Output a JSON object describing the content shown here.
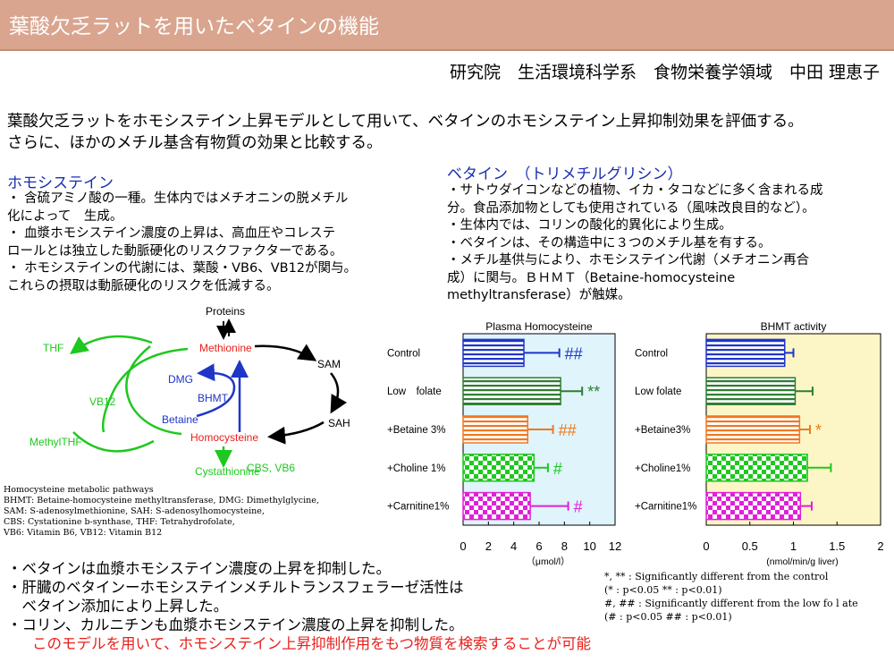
{
  "title": "葉酸欠乏ラットを用いたベタインの機能",
  "author": "研究院　生活環境科学系　食物栄養学領域　中田 理恵子",
  "intro": [
    "葉酸欠乏ラットをホモシステイン上昇モデルとして用いて、ベタインのホモシステイン上昇抑制効果を評価する。",
    "さらに、ほかのメチル基含有物質の効果と比較する。"
  ],
  "homocysteine": {
    "heading": "ホモシステイン",
    "lines": [
      "・ 含硫アミノ酸の一種。生体内ではメチオニンの脱メチル",
      "化によって　生成。",
      "・ 血漿ホモシステイン濃度の上昇は、高血圧やコレステ",
      "ロールとは独立した動脈硬化のリスクファクターである。",
      "・ ホモシステインの代謝には、葉酸・VB6、VB12が関与。",
      "これらの摂取は動脈硬化のリスクを低減する。"
    ]
  },
  "betaine": {
    "heading": "ベタイン　（トリメチルグリシン）",
    "lines": [
      "・サトウダイコンなどの植物、イカ・タコなどに多く含まれる成",
      "分。食品添加物としても使用されている（風味改良目的など）。",
      "・生体内では、コリンの酸化的異化により生成。",
      "・ベタインは、その構造中に３つのメチル基を有する。",
      "・メチル基供与により、ホモシステイン代謝（メチオニン再合",
      "成）に関与。ＢＨＭＴ（Betaine-homocysteine",
      "methyltransferase）が触媒。"
    ]
  },
  "pathway": {
    "proteins": "Proteins",
    "methionine": "Methionine",
    "sam": "SAM",
    "sah": "SAH",
    "homocysteine": "Homocysteine",
    "cystathionine": "Cystathionine",
    "cbs": "CBS, VB6",
    "thf": "THF",
    "methylthf": "MethylTHF",
    "vb12": "VB12",
    "dmg": "DMG",
    "bhmt": "BHMT",
    "betaine": "Betaine",
    "legend": [
      "Homocysteine metabolic pathways",
      "BHMT: Betaine-homocysteine methyltransferase, DMG: Dimethylglycine,",
      "SAM: S-adenosylmethionine, SAH: S-adenosylhomocysteine,",
      "CBS: Cystationine b-synthase, THF: Tetrahydrofolate,",
      "VB6: Vitamin B6, VB12: Vitamin B12"
    ]
  },
  "chart_data": [
    {
      "type": "bar",
      "title": "Plasma Homocysteine",
      "categories": [
        "Control",
        "Low　folate",
        "+Betaine 3%",
        "+Choline 1%",
        "+Carnitine1%"
      ],
      "values": [
        4.8,
        7.7,
        5.1,
        5.6,
        5.3
      ],
      "errors": [
        2.8,
        1.7,
        2.0,
        1.1,
        3.0
      ],
      "significance": [
        "##",
        "**",
        "##",
        "#",
        "#"
      ],
      "xlim": [
        0,
        12
      ],
      "ticks": [
        "0",
        "2",
        "4",
        "6",
        "8",
        "10",
        "12"
      ],
      "xlabel": "（μmol/l）",
      "background": "#dff4fb"
    },
    {
      "type": "bar",
      "title": "BHMT activity",
      "categories": [
        "Control",
        "Low folate",
        "+Betaine3%",
        "+Choline1%",
        "+Carnitine1%"
      ],
      "values": [
        0.9,
        1.02,
        1.07,
        1.16,
        1.08
      ],
      "errors": [
        0.1,
        0.2,
        0.12,
        0.27,
        0.13
      ],
      "significance": [
        "",
        "",
        "*",
        "",
        ""
      ],
      "xlim": [
        0,
        2
      ],
      "ticks": [
        "0",
        "0.5",
        "1",
        "1.5",
        "2"
      ],
      "xlabel": "(nmol/min/g liver)",
      "background": "#fcf6c6"
    }
  ],
  "bar_colors": [
    "#1f35c8",
    "#2e7d32",
    "#f07820",
    "#1ec81e",
    "#e020d8"
  ],
  "footnotes": [
    "*, ** : Significantly different from the control",
    "(* : p<0.05 ** : p<0.01)",
    "#, ## : Significantly different from the low fo l ate",
    "(# : p<0.05 ## : p<0.01)"
  ],
  "conclusions": [
    "・ベタインは血漿ホモシステイン濃度の上昇を抑制した。",
    "・肝臓のベタインーホモシステインメチルトランスフェラーゼ活性は",
    "　ベタイン添加により上昇した。",
    "・コリン、カルニチンも血漿ホモシステイン濃度の上昇を抑制した。"
  ],
  "conclusion_red": "このモデルを用いて、ホモシステイン上昇抑制作用をもつ物質を検索することが可能"
}
